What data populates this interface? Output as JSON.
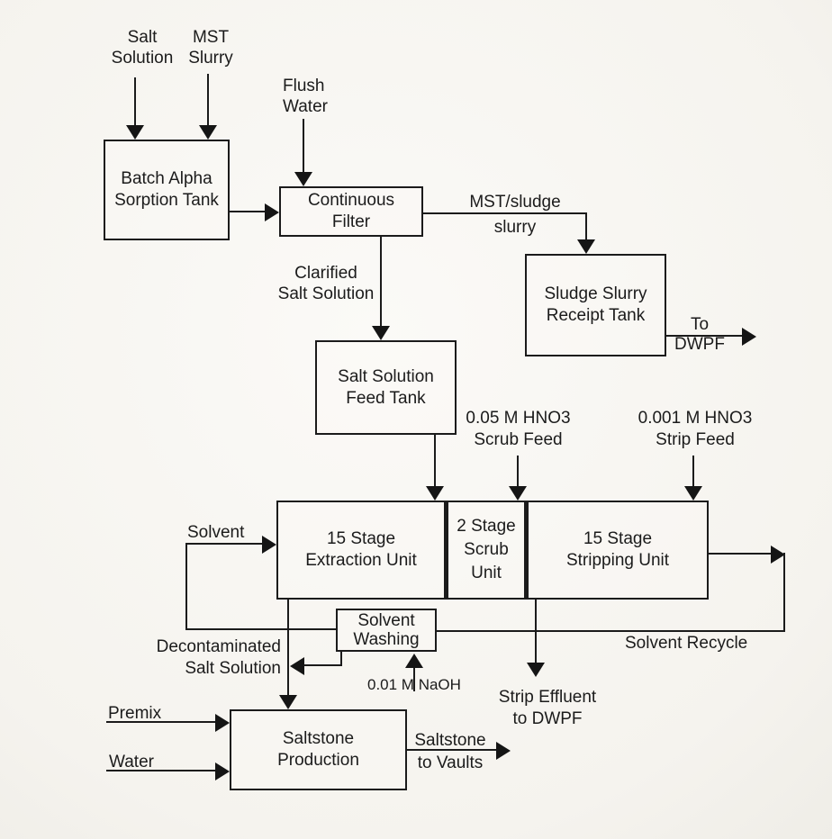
{
  "boxes": {
    "batch_tank": "Batch Alpha\nSorption Tank",
    "continuous_filter": "Continuous\nFilter",
    "sludge_tank": "Sludge Slurry\nReceipt Tank",
    "feed_tank": "Salt Solution\nFeed Tank",
    "extraction_unit": "15 Stage\nExtraction Unit",
    "scrub_unit": "2 Stage\nScrub\nUnit",
    "stripping_unit": "15 Stage\nStripping Unit",
    "solvent_washing": "Solvent\nWashing",
    "saltstone_production": "Saltstone\nProduction"
  },
  "streams": {
    "salt_solution": "Salt\nSolution",
    "mst_slurry": "MST\nSlurry",
    "flush_water": "Flush\nWater",
    "mst_sludge_slurry": "MST/sludge\nslurry",
    "clarified_salt_solution": "Clarified\nSalt Solution",
    "to_dwpf": "To\nDWPF",
    "scrub_feed": "0.05 M HNO3\nScrub Feed",
    "strip_feed": "0.001 M HNO3\nStrip Feed",
    "solvent": "Solvent",
    "solvent_recycle": "Solvent Recycle",
    "strip_effluent": "Strip Effluent\nto DWPF",
    "naoh": "0.01 M NaOH",
    "decontaminated": "Decontaminated\nSalt Solution",
    "premix": "Premix",
    "water": "Water",
    "saltstone_to_vaults": "Saltstone\nto Vaults"
  }
}
